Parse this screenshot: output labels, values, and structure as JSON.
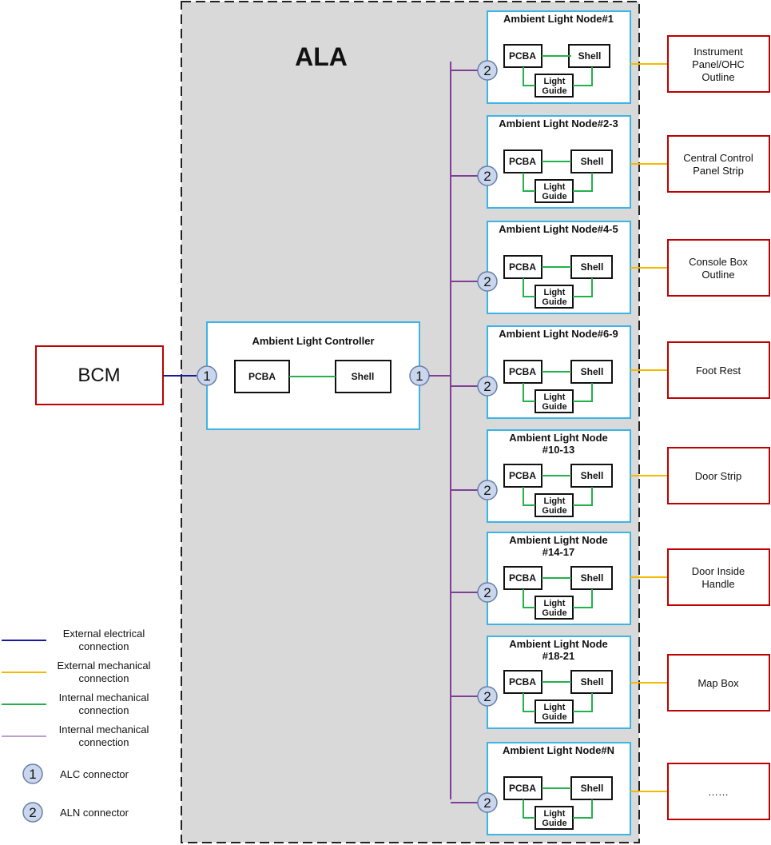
{
  "system_title": "ALA",
  "bcm_label": "BCM",
  "controller": {
    "title": "Ambient Light Controller",
    "pcba_label": "PCBA",
    "shell_label": "Shell",
    "connector_in": "1",
    "connector_out": "1"
  },
  "node_parts": {
    "pcba_label": "PCBA",
    "shell_label": "Shell",
    "light_guide_line1": "Light",
    "light_guide_line2": "Guide",
    "connector": "2"
  },
  "nodes": [
    {
      "title_line1": "Ambient Light Node#1",
      "title_line2": ""
    },
    {
      "title_line1": "Ambient Light Node#2-3",
      "title_line2": ""
    },
    {
      "title_line1": "Ambient Light Node#4-5",
      "title_line2": ""
    },
    {
      "title_line1": "Ambient Light Node#6-9",
      "title_line2": ""
    },
    {
      "title_line1": "Ambient Light Node",
      "title_line2": "#10-13"
    },
    {
      "title_line1": "Ambient Light Node",
      "title_line2": "#14-17"
    },
    {
      "title_line1": "Ambient Light Node",
      "title_line2": "#18-21"
    },
    {
      "title_line1": "Ambient Light Node#N",
      "title_line2": ""
    }
  ],
  "targets": [
    {
      "lines": [
        "Instrument",
        "Panel/OHC",
        "Outline"
      ]
    },
    {
      "lines": [
        "Central Control",
        "Panel Strip"
      ]
    },
    {
      "lines": [
        "Console Box",
        "Outline"
      ]
    },
    {
      "lines": [
        "Foot Rest"
      ]
    },
    {
      "lines": [
        "Door Strip"
      ]
    },
    {
      "lines": [
        "Door Inside",
        "Handle"
      ]
    },
    {
      "lines": [
        "Map Box"
      ]
    },
    {
      "lines": [
        "……"
      ]
    }
  ],
  "legend": [
    {
      "type": "line",
      "color": "#1a1aa0",
      "line1": "External electrical",
      "line2": "connection"
    },
    {
      "type": "line",
      "color": "#f5b800",
      "line1": "External mechanical",
      "line2": "connection"
    },
    {
      "type": "line",
      "color": "#22b14c",
      "line1": "Internal mechanical",
      "line2": "connection"
    },
    {
      "type": "line",
      "color": "#7f3f98",
      "line1": "Internal mechanical",
      "line2": "connection"
    },
    {
      "type": "connector",
      "symbol": "1",
      "label": "ALC connector"
    },
    {
      "type": "connector",
      "symbol": "2",
      "label": "ALN connector"
    }
  ],
  "colors": {
    "ala_background": "#d9d9d9",
    "box_border_blue": "#3cb4e6",
    "external_box_border": "#c00000",
    "electrical_line": "#1a1aa0",
    "external_mechanical_line": "#f5b800",
    "internal_mechanical_green": "#22b14c",
    "bus_line_purple": "#7f3f98",
    "connector_fill": "#c9d6ec",
    "connector_stroke": "#6a7fa8"
  }
}
